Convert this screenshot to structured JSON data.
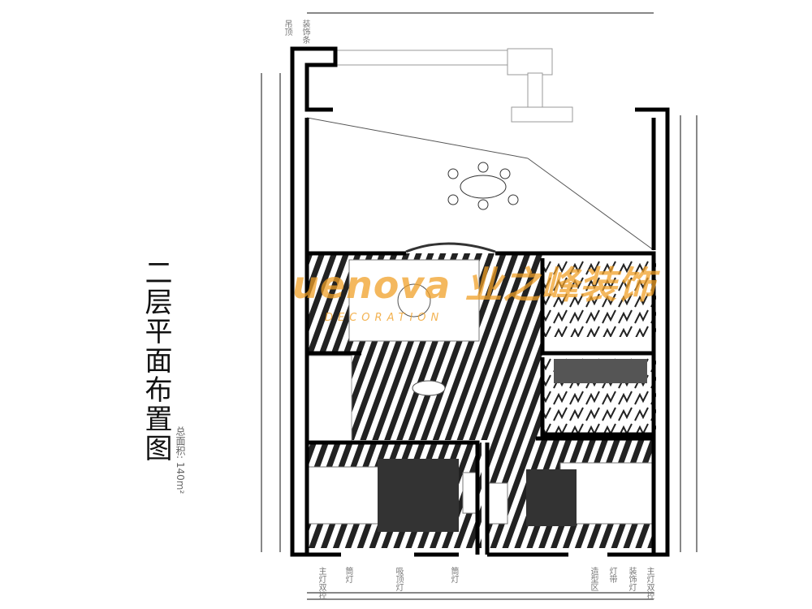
{
  "title": "二层平面布置图",
  "total_area": "总面积: 140m²",
  "watermark": {
    "brand": "uenova 业之峰装饰",
    "sub": "DECORATION"
  },
  "top_labels": [
    "装饰条",
    "吊顶"
  ],
  "bottom_labels": [
    "主灯双控",
    "筒灯",
    "吸顶灯",
    "筒灯",
    "造型区",
    "灯带",
    "装饰灯",
    "主灯双控"
  ]
}
